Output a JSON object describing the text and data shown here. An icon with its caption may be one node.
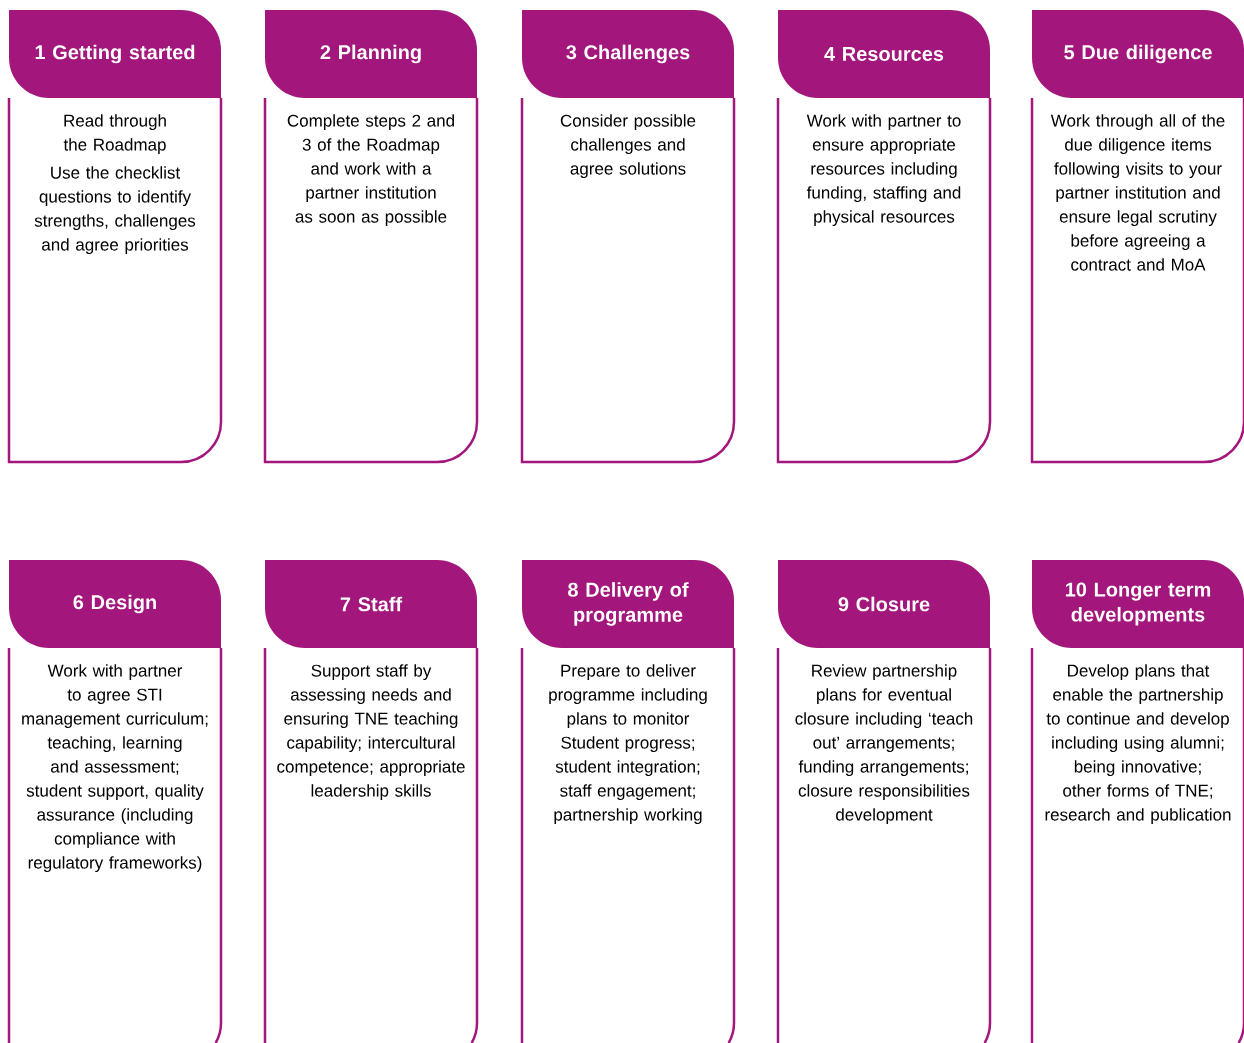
{
  "diagram": {
    "nodes": [
      {
        "text": [
          "1 Getting started",
          "Read through the Roadmap",
          "Use the checklist questions to identify strengths, challenges and agree priorities"
        ]
      },
      {
        "text": [
          "2 Planning",
          "Complete steps 2 and 3 of the Roadmap and work with a partner institution as soon as possible"
        ]
      },
      {
        "text": [
          "3 Challenges",
          "Consider possible challenges and agree solutions"
        ]
      },
      {
        "text": [
          "4 Resources",
          "Work with partner to ensure appropriate resources including funding, staffing and physical resources"
        ]
      },
      {
        "text": [
          "5 Due diligence",
          "Work through all of the due diligence items following visits to your partner institution and ensure legal scrutiny before agreeing a contract and MoA"
        ]
      },
      {
        "text": [
          "6 Design",
          "Work with partner to agree STI management curriculum; teaching, learning and assessment; student support, quality assurance (including compliance with regulatory frameworks)"
        ]
      },
      {
        "text": [
          "7 Staff",
          "Support staff by assessing needs and ensuring TNE teaching capability; intercultural competence; appropriate leadership skills"
        ]
      },
      {
        "text": [
          "8 Delivery of programme",
          "Prepare to deliver programme including plans to monitor Student progress; student integration; staff engagement; partnership working"
        ]
      },
      {
        "text": [
          "9 Closure",
          "Review partnership plans for eventual closure including ‘teach out’ arrangements; funding arrangements; closure responsibilities development"
        ]
      },
      {
        "text": [
          "10 Longer term developments",
          "Develop plans that enable the partnership to continue and develop including using alumni; being innovative; other forms of TNE; research and publication"
        ]
      }
    ]
  }
}
